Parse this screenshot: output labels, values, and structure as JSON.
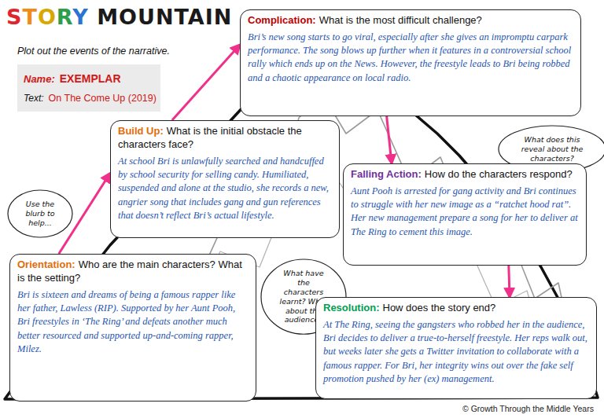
{
  "diagram": {
    "title": "STORY MOUNTAIN",
    "nodes": [
      {
        "text": [
          "Name:",
          "EXEMPLAR",
          "Text:",
          "On The Come Up (2019)"
        ]
      },
      {
        "text": [
          "Use the blurb to help..."
        ]
      },
      {
        "text": [
          "Orientation:",
          "Who are the main characters? What is the setting?",
          "Bri is sixteen and dreams of being a famous rapper like her father, Lawless (RIP). Supported by her Aunt Pooh, Bri freestyles in ‘The Ring’ and defeats another much better resourced and supported up-and-coming rapper, Milez."
        ]
      },
      {
        "text": [
          "Build Up:",
          "What is the initial obstacle the characters face?",
          "At school Bri is unlawfully searched and handcuffed by school security for selling candy. Humiliated, suspended and alone at the studio, she records a new, angrier song that includes gang and gun references that doesn’t reflect Bri’s actual lifestyle."
        ]
      },
      {
        "text": [
          "Complication:",
          "What is the most difficult challenge?",
          "Bri’s new song starts to go viral, especially after she gives an impromptu carpark performance. The song blows up further when it features in a controversial school rally which ends up on the News. However, the freestyle leads to Bri being robbed and a chaotic appearance on local radio."
        ]
      },
      {
        "text": [
          "What does this reveal about the characters?"
        ]
      },
      {
        "text": [
          "Falling Action:",
          "How do the characters respond?",
          "Aunt Pooh is arrested for gang activity and Bri continues to struggle with her new image as a “ratchet hood rat”. Her new management prepare a song for her to deliver at The Ring to cement this image."
        ]
      },
      {
        "text": [
          "What have the characters learnt? What about the audience?"
        ]
      },
      {
        "text": [
          "Resolution:",
          "How does the story end?",
          "At The Ring, seeing the gangsters who robbed her in the audience, Bri decides to deliver a true-to-herself freestyle. Her reps walk out, but weeks later she gets a Twitter invitation to collaborate with a famous rapper. For Bri, her integrity wins out over the fake self promotion pushed by her (ex) management."
        ]
      }
    ],
    "edges": [
      {
        "from": 2,
        "to": 3,
        "arrow": "to"
      },
      {
        "from": 3,
        "to": 4,
        "arrow": "to"
      },
      {
        "from": 4,
        "to": 6,
        "arrow": "to"
      },
      {
        "from": 6,
        "to": 8,
        "arrow": "to"
      }
    ],
    "labels": [
      "Plot out the events of the narrative.",
      "© Growth Through the Middle Years"
    ]
  }
}
